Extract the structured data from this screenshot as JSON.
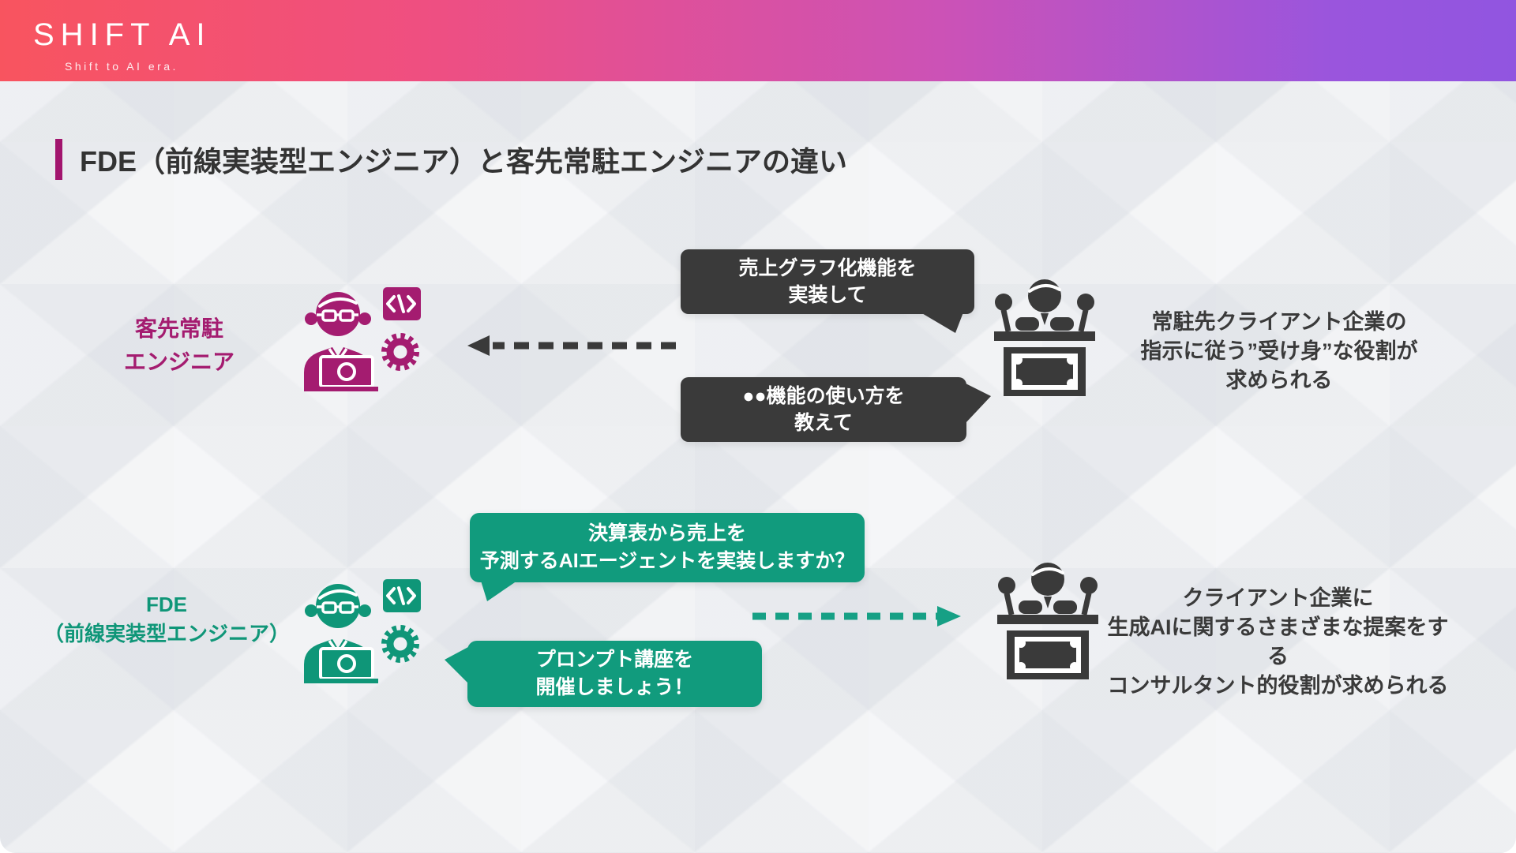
{
  "header": {
    "logo_text": "SHIFT AI",
    "tagline": "Shift to AI era.",
    "gradient": [
      "#F8545F",
      "#EF4F81",
      "#CC52B6",
      "#9155E0"
    ]
  },
  "title": {
    "text": "FDE（前線実装型エンジニア）と客先常駐エンジニアの違い",
    "accent_color": "#A2156E"
  },
  "colors": {
    "dark": "#3A3A3A",
    "magenta": "#A41C70",
    "teal_label": "#0F9678",
    "teal_bubble": "#119B7D",
    "teal_arrow": "#16A085"
  },
  "rows": [
    {
      "label_lines": [
        "客先常駐",
        "エンジニア"
      ],
      "bubbles": [
        {
          "lines": [
            "売上グラフ化機能を",
            "実装して"
          ]
        },
        {
          "lines": [
            "●●機能の使い方を",
            "教えて"
          ]
        }
      ],
      "arrow_direction": "left",
      "description_lines": [
        "常駐先クライアント企業の",
        "指示に従う”受け身”な役割が",
        "求められる"
      ]
    },
    {
      "label_lines": [
        "FDE",
        "（前線実装型エンジニア）"
      ],
      "bubbles": [
        {
          "lines": [
            "決算表から売上を",
            "予測するAIエージェントを実装しますか？"
          ]
        },
        {
          "lines": [
            "プロンプト講座を",
            "開催しましょう！"
          ]
        }
      ],
      "arrow_direction": "right",
      "description_lines": [
        "クライアント企業に",
        "生成AIに関するさまざまな提案をする",
        "コンサルタント的役割が求められる"
      ]
    }
  ],
  "icons": {
    "engineer": "engineer-at-laptop-icon",
    "code_badge": "code-badge-icon",
    "gear": "gear-icon",
    "presenter": "presenter-podium-icon",
    "arrow_left": "dashed-arrow-left-icon",
    "arrow_right": "dashed-arrow-right-icon"
  }
}
